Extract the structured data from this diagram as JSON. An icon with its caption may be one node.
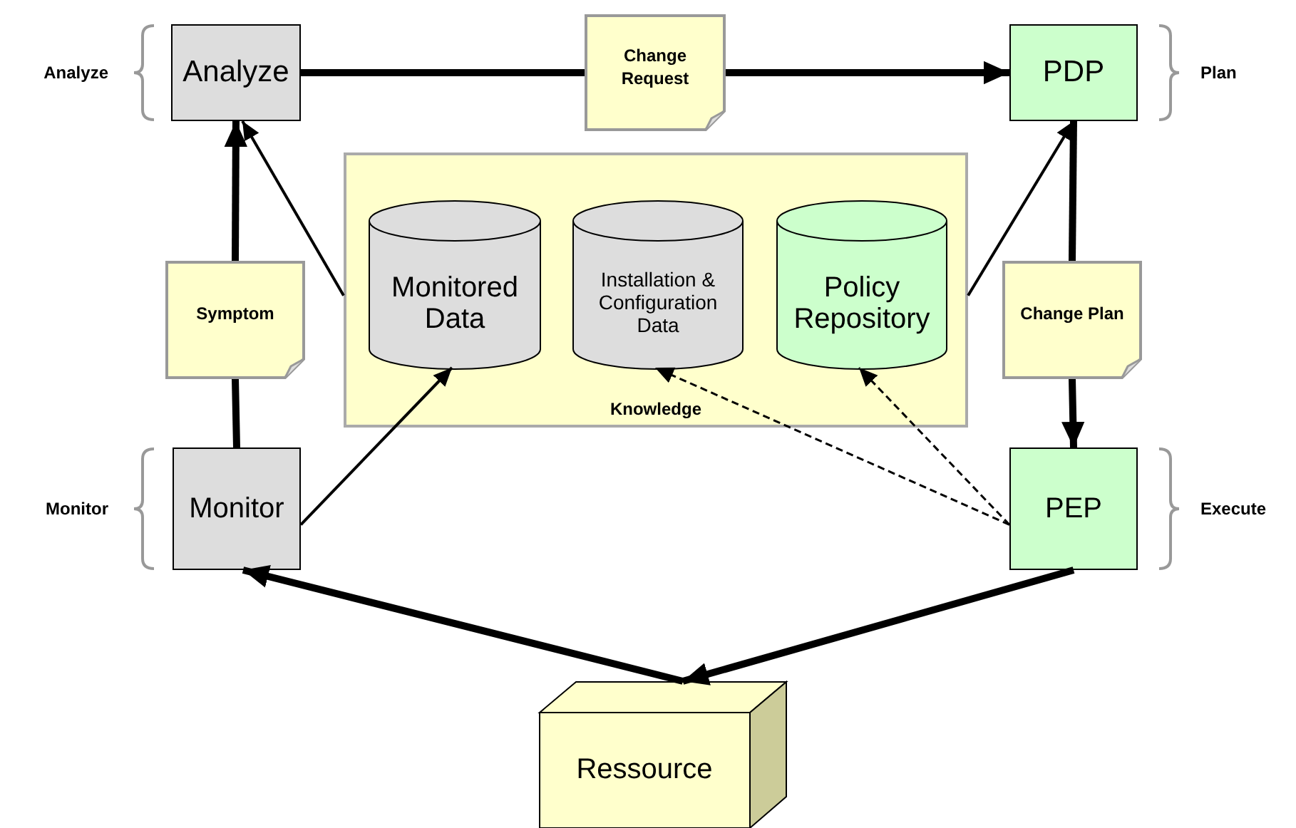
{
  "diagram": {
    "nodes": [
      {
        "text": [
          "Analyze"
        ],
        "beside": [
          "Analyze"
        ]
      },
      {
        "text": [
          "Change Request"
        ]
      },
      {
        "text": [
          "PDP"
        ],
        "beside": [
          "Plan"
        ]
      },
      {
        "text": [
          "Knowledge"
        ]
      },
      {
        "text": [
          "Monitored Data"
        ],
        "in": 3
      },
      {
        "text": [
          "Installation & Configuration Data"
        ],
        "in": 3
      },
      {
        "text": [
          "Policy Repository"
        ],
        "in": 3
      },
      {
        "text": [
          "Symptom"
        ]
      },
      {
        "text": [
          "Change Plan"
        ]
      },
      {
        "text": [
          "Monitor"
        ],
        "beside": [
          "Monitor"
        ]
      },
      {
        "text": [
          "PEP"
        ],
        "beside": [
          "Execute"
        ]
      },
      {
        "text": [
          "Ressource"
        ]
      }
    ],
    "edges": [
      {
        "from": 0,
        "to": 1,
        "arrow": "none"
      },
      {
        "from": 1,
        "to": 2,
        "arrow": "to"
      },
      {
        "from": 9,
        "to": 7,
        "arrow": "none"
      },
      {
        "from": 7,
        "to": 0,
        "arrow": "to"
      },
      {
        "from": 3,
        "to": 0,
        "arrow": "to"
      },
      {
        "from": 3,
        "to": 2,
        "arrow": "to"
      },
      {
        "from": 2,
        "to": 8,
        "arrow": "none"
      },
      {
        "from": 8,
        "to": 10,
        "arrow": "to"
      },
      {
        "from": 9,
        "to": 4,
        "arrow": "to"
      },
      {
        "from": 10,
        "to": 5,
        "arrow": "to",
        "style": "dashed"
      },
      {
        "from": 10,
        "to": 6,
        "arrow": "to",
        "style": "dashed"
      },
      {
        "from": 11,
        "to": 9,
        "arrow": "to"
      },
      {
        "from": 10,
        "to": 11,
        "arrow": "to"
      }
    ]
  }
}
